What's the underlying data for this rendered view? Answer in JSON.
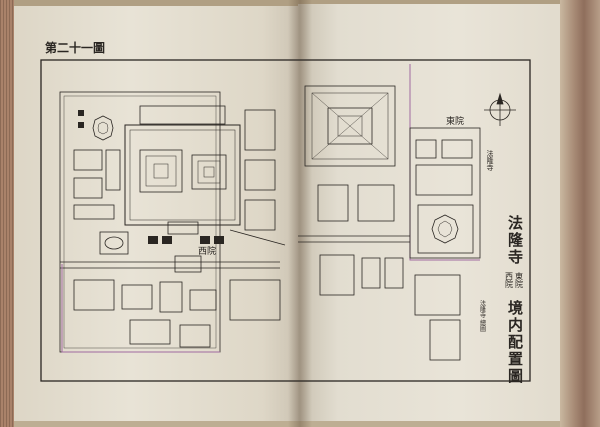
{
  "plate_label": "第二十一圖",
  "map_title": "法隆寺 西院 東院 境内配置圖",
  "title_prefix": "法隆寺",
  "title_small_upper": "西院",
  "title_small_lower": "東院",
  "title_suffix": "境内配置圖",
  "credit": "法隆寺 總圖",
  "areas": {
    "east": "東院",
    "west": "西院"
  },
  "colors": {
    "page": "#e8e3d6",
    "ink": "#2a2622",
    "accent_line": "#a06aa0"
  }
}
